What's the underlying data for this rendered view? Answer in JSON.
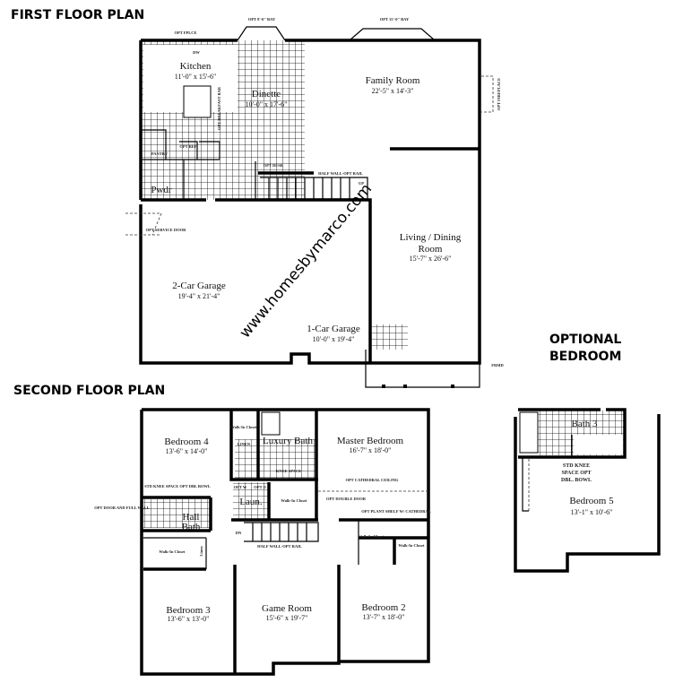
{
  "headers": {
    "first_floor": "FIRST FLOOR PLAN",
    "second_floor": "SECOND FLOOR PLAN",
    "optional_line1": "OPTIONAL",
    "optional_line2": "BEDROOM"
  },
  "watermark": "www.homesbymarco.com",
  "first_floor": {
    "kitchen": {
      "name": "Kitchen",
      "dim": "11'-0\" x 15'-6\""
    },
    "dinette": {
      "name": "Dinette",
      "dim": "10'-0\" x 17'-6\""
    },
    "family_room": {
      "name": "Family Room",
      "dim": "22'-5\" x 14'-3\""
    },
    "living_dining": {
      "name": "Living / Dining",
      "name2": "Room",
      "dim": "15'-7\" x 26'-6\""
    },
    "garage2": {
      "name": "2-Car Garage",
      "dim": "19'-4\" x 21'-4\""
    },
    "garage1": {
      "name": "1-Car Garage",
      "dim": "10'-0\" x 19'-4\""
    },
    "powder": "Pwdr",
    "notes": {
      "opt_bay_small": "OPT 8'-0\" BAY",
      "opt_bay_large": "OPT 15'-0\" BAY",
      "opt_fplce_kitchen": "OPT FPLCE",
      "dw": "DW",
      "pantry": "PANTRY",
      "opt_ref": "OPT REF",
      "opt_desk": "OPT DESK",
      "half_wall": "HALF WALL-OPT RAIL",
      "up": "UP",
      "opt_breakfast_bar": "OPT BREAKFAST BAR",
      "opt_service_door": "OPT SERVICE DOOR",
      "opt_fireplace": "OPT FIREPLACE",
      "frmd": "FRMD"
    }
  },
  "second_floor": {
    "bedroom4": {
      "name": "Bedroom 4",
      "dim": "13'-6\" x 14'-0\""
    },
    "luxury_bath": "Luxury Bath",
    "master": {
      "name": "Master Bedroom",
      "dim": "16'-7\" x 18'-0\""
    },
    "hall_bath": {
      "name": "Hall",
      "name2": "Bath"
    },
    "laundry": "Laun.",
    "bedroom3": {
      "name": "Bedroom 3",
      "dim": "13'-6\" x 13'-0\""
    },
    "game_room": {
      "name": "Game Room",
      "dim": "15'-6\" x 19'-7\""
    },
    "bedroom2": {
      "name": "Bedroom 2",
      "dim": "13'-7\" x 18'-0\""
    },
    "notes": {
      "walkin": "Walk-In Closet",
      "linen": "LINEN",
      "knee_space": "KNEE SPACE",
      "opt_cathedral": "OPT CATHEDRAL CEILING",
      "std_knee": "STD KNEE SPACE OPT DBL BOWL",
      "opt_door": "OPT DOOR AND FULL WALL",
      "opt_w": "OPT W",
      "opt_d": "OPT D",
      "opt_double_door": "OPT DOUBLE DOOR",
      "opt_plant_shelf": "OPT PLANT SHELF W/ CATHEDRAL",
      "half_wall": "HALF WALL-OPT RAIL",
      "dn": "DN",
      "linen2": "Linen"
    }
  },
  "optional": {
    "bath3": "Bath 3",
    "bedroom5": {
      "name": "Bedroom 5",
      "dim": "13'-1\" x 10'-6\""
    },
    "std_knee_1": "STD KNEE",
    "std_knee_2": "SPACE OPT",
    "std_knee_3": "DBL. BOWL"
  }
}
